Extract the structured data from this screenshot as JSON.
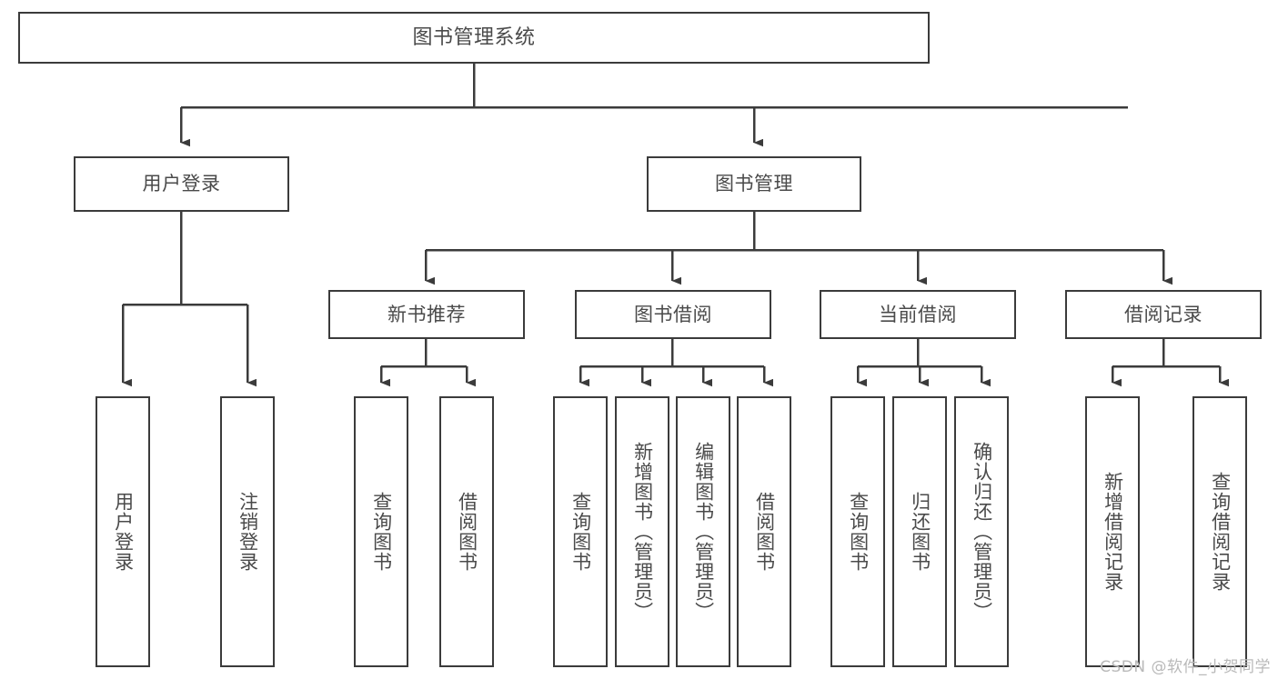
{
  "diagram": {
    "title": "图书管理系统",
    "type": "tree-hierarchy-diagram",
    "colors": {
      "box_border": "#3b3b3b",
      "box_fill": "#ffffff",
      "text": "#4a4a4a",
      "connector": "#3b3b3b",
      "watermark": "#b9b9b9",
      "background": "#ffffff"
    },
    "root": {
      "label": "图书管理系统"
    },
    "level1": [
      {
        "label": "用户登录"
      },
      {
        "label": "图书管理"
      }
    ],
    "level2": [
      {
        "label": "新书推荐"
      },
      {
        "label": "图书借阅"
      },
      {
        "label": "当前借阅"
      },
      {
        "label": "借阅记录"
      }
    ],
    "leaves": {
      "user_login": [
        {
          "label": "用户登录"
        },
        {
          "label": "注销登录"
        }
      ],
      "new_book_recommend": [
        {
          "label": "查询图书"
        },
        {
          "label": "借阅图书"
        }
      ],
      "book_borrow": [
        {
          "label": "查询图书"
        },
        {
          "label": "新增图书（管理员）"
        },
        {
          "label": "编辑图书（管理员）"
        },
        {
          "label": "借阅图书"
        }
      ],
      "current_borrow": [
        {
          "label": "查询图书"
        },
        {
          "label": "归还图书"
        },
        {
          "label": "确认归还（管理员）"
        }
      ],
      "borrow_record": [
        {
          "label": "新增借阅记录"
        },
        {
          "label": "查询借阅记录"
        }
      ]
    },
    "watermark": "CSDN @软件_小贺同学"
  }
}
